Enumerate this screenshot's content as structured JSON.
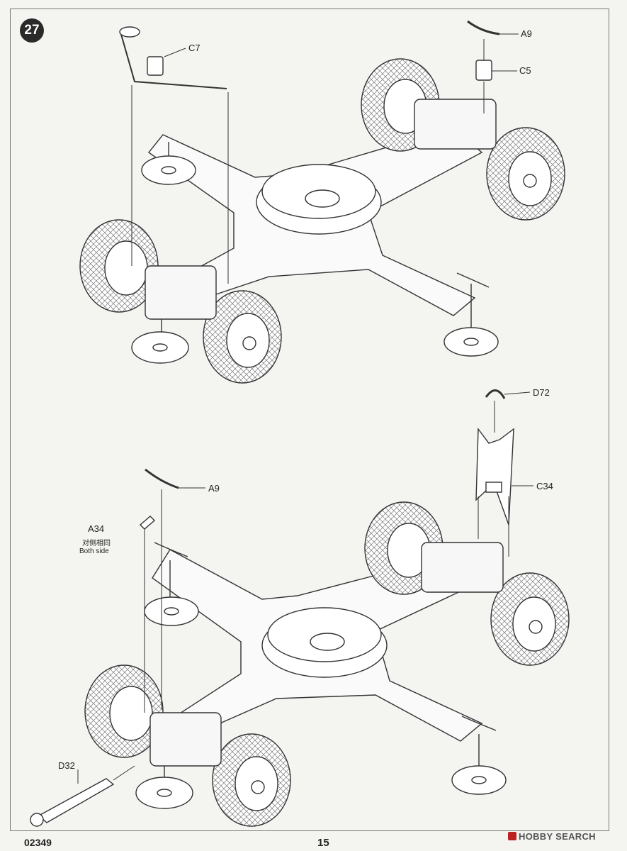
{
  "step": {
    "number": "27"
  },
  "upper_callouts": {
    "c7": "C7",
    "a9": "A9",
    "c5": "C5"
  },
  "lower_callouts": {
    "d72": "D72",
    "a9": "A9",
    "c34": "C34",
    "a34": "A34",
    "a34_note_cn": "对侧相同",
    "a34_note_en": "Both side",
    "d32": "D32"
  },
  "footer": {
    "code": "02349",
    "page": "15",
    "watermark": "HOBBY SEARCH"
  }
}
